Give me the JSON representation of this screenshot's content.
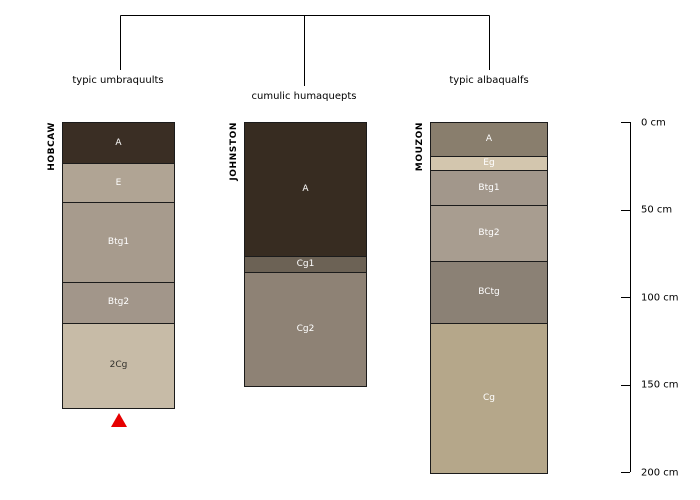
{
  "chart_data": {
    "type": "soil-profile-dendrogram",
    "depth_unit": "cm",
    "depth_range": [
      0,
      200
    ],
    "group_labels": [
      "typic umbraquults",
      "cumulic humaquepts",
      "typic albaqualfs"
    ],
    "marker_color": "#e60000",
    "depth_ticks": [
      {
        "depth_cm": 0,
        "label": "0 cm"
      },
      {
        "depth_cm": 50,
        "label": "50 cm"
      },
      {
        "depth_cm": 100,
        "label": "100 cm"
      },
      {
        "depth_cm": 150,
        "label": "150 cm"
      },
      {
        "depth_cm": 200,
        "label": "200 cm"
      }
    ],
    "profiles": [
      {
        "id": "HOBCAW",
        "taxonomy": "typic umbraquults",
        "marker": "red-triangle-below",
        "horizons": [
          {
            "name": "A",
            "top_cm": 0,
            "bottom_cm": 23,
            "color": "#3a2e24",
            "label_color": "#ffffff"
          },
          {
            "name": "E",
            "top_cm": 23,
            "bottom_cm": 45,
            "color": "#b0a494",
            "label_color": "#ffffff"
          },
          {
            "name": "Btg1",
            "top_cm": 45,
            "bottom_cm": 91,
            "color": "#a79b8d",
            "label_color": "#ffffff"
          },
          {
            "name": "Btg2",
            "top_cm": 91,
            "bottom_cm": 114,
            "color": "#a2968a",
            "label_color": "#ffffff"
          },
          {
            "name": "2Cg",
            "top_cm": 114,
            "bottom_cm": 163,
            "color": "#c7bba7",
            "label_color": "#32302c"
          }
        ]
      },
      {
        "id": "JOHNSTON",
        "taxonomy": "cumulic humaquepts",
        "marker": null,
        "horizons": [
          {
            "name": "A",
            "top_cm": 0,
            "bottom_cm": 76,
            "color": "#372c21",
            "label_color": "#ffffff"
          },
          {
            "name": "Cg1",
            "top_cm": 76,
            "bottom_cm": 85,
            "color": "#6c6255",
            "label_color": "#ffffff"
          },
          {
            "name": "Cg2",
            "top_cm": 85,
            "bottom_cm": 150,
            "color": "#8e8275",
            "label_color": "#ffffff"
          }
        ]
      },
      {
        "id": "MOUZON",
        "taxonomy": "typic albaqualfs",
        "marker": null,
        "horizons": [
          {
            "name": "A",
            "top_cm": 0,
            "bottom_cm": 19,
            "color": "#897e6d",
            "label_color": "#ffffff"
          },
          {
            "name": "Eg",
            "top_cm": 19,
            "bottom_cm": 27,
            "color": "#d3c6ae",
            "label_color": "#ffffff"
          },
          {
            "name": "Btg1",
            "top_cm": 27,
            "bottom_cm": 47,
            "color": "#a2978b",
            "label_color": "#ffffff"
          },
          {
            "name": "Btg2",
            "top_cm": 47,
            "bottom_cm": 79,
            "color": "#a89d90",
            "label_color": "#ffffff"
          },
          {
            "name": "BCtg",
            "top_cm": 79,
            "bottom_cm": 114,
            "color": "#8b8175",
            "label_color": "#ffffff"
          },
          {
            "name": "Cg",
            "top_cm": 114,
            "bottom_cm": 200,
            "color": "#b5a78a",
            "label_color": "#ffffff"
          }
        ]
      }
    ]
  }
}
